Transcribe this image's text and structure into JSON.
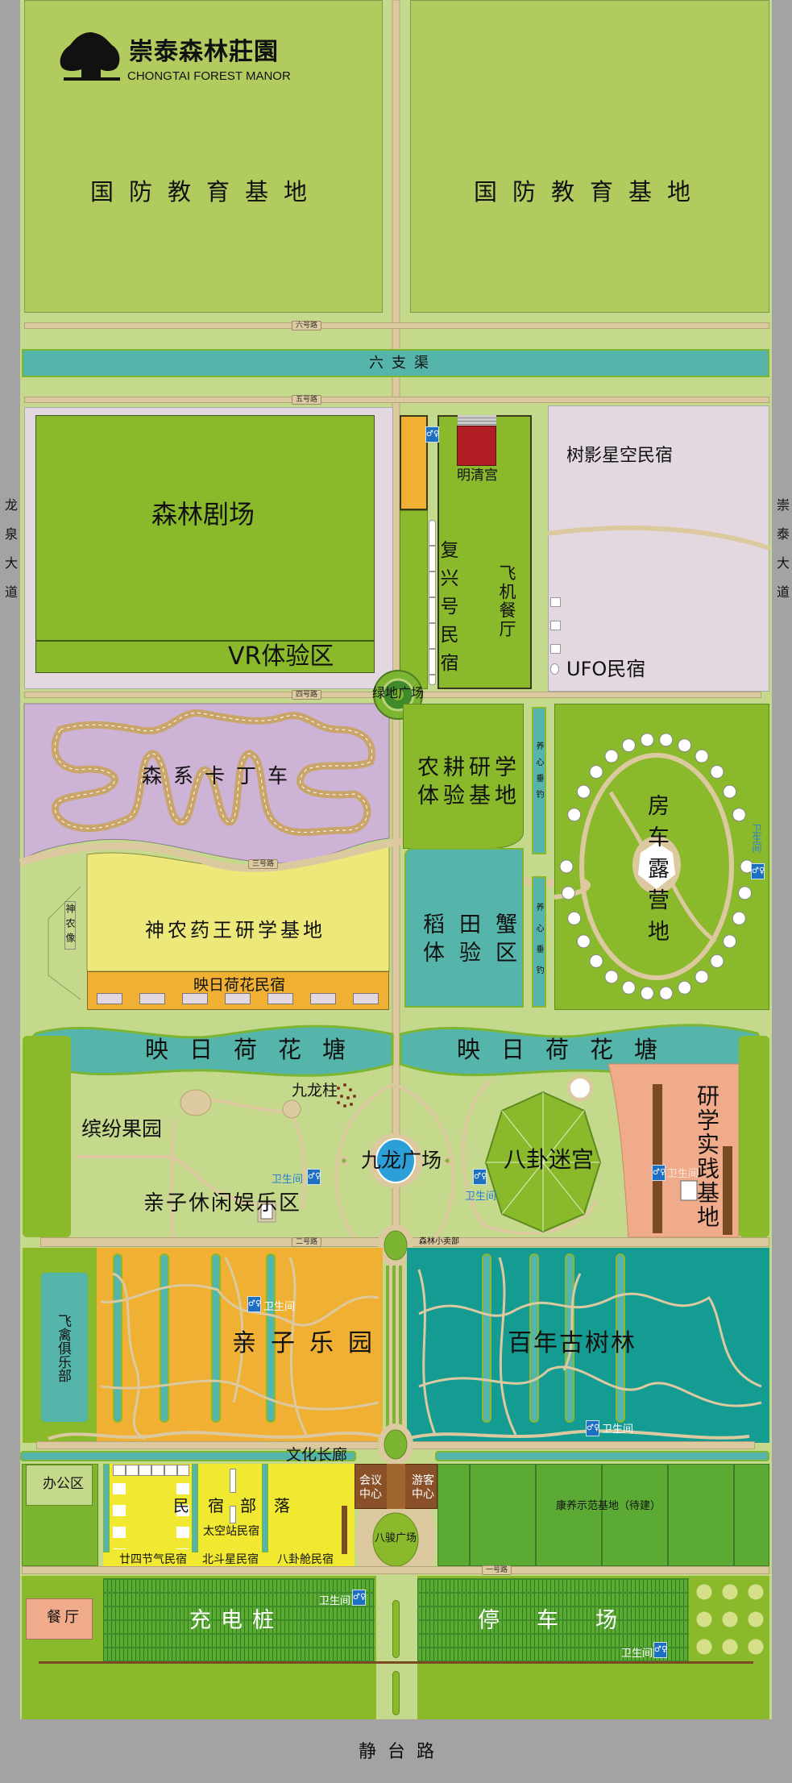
{
  "logo": {
    "name_cn": "崇泰森林莊園",
    "name_en": "CHONGTAI FOREST MANOR"
  },
  "roads": {
    "six": "六号路",
    "five": "五号路",
    "four": "四号路",
    "three": "三号路",
    "two": "二号路",
    "one": "一号路",
    "west": "龙泉大道",
    "east": "崇泰大道",
    "south": "静台路"
  },
  "zones": {
    "defense_left": "国防教育基地",
    "defense_right": "国防教育基地",
    "canal": "六支渠",
    "theater": "森林剧场",
    "vr": "VR体验区",
    "mingqing": "明清宫",
    "fuxing": "复兴号民宿",
    "plane": "飞机餐厅",
    "shuying": "树影星空民宿",
    "ufo": "UFO民宿",
    "green_plaza": "绿地广场",
    "kart": "森系卡丁车",
    "farming": "农耕研学\n体验基地",
    "fishing_1": "养心垂钓",
    "fishing_2": "养心垂钓",
    "crab": "稻田蟹\n体验区",
    "rv": "房车露营地",
    "shennong_statue": "神农像",
    "shennong": "神农药王研学基地",
    "lotus_inn": "映日荷花民宿",
    "pond_left": "映日荷花塘",
    "pond_right": "映日荷花塘",
    "orchard": "缤纷果园",
    "kids_leisure": "亲子休闲娱乐区",
    "nine_pillars": "九龙柱",
    "nine_dragon": "九龙广场",
    "bagua_maze": "八卦迷宫",
    "study_base": "研学实践基地",
    "shop": "森林小卖部",
    "bird_club": "飞禽俱乐部",
    "kids_park": "亲子乐园",
    "old_trees": "百年古树林",
    "culture_corridor": "文化长廊",
    "office": "办公区",
    "village_1": "民",
    "village_2": "宿",
    "village_3": "部",
    "village_4": "落",
    "solar_terms": "廿四节气民宿",
    "space_station": "太空站民宿",
    "beidou": "北斗星民宿",
    "bagua_cabin": "八卦舱民宿",
    "conference": "会议\n中心",
    "visitor": "游客\n中心",
    "eight_horses": "八骏广场",
    "wellness": "康养示范基地（待建）",
    "restaurant": "餐厅",
    "charging": "充电桩",
    "parking": "停车场"
  },
  "toilet_label": "卫生间",
  "icons": [
    "tree-logo-icon",
    "toilet-icon",
    "tent-icon",
    "gazebo-icon",
    "fountain-icon"
  ],
  "colors": {
    "border": "#a3a3a3",
    "ground": "#c5d98c",
    "road": "#dcc9a0",
    "water": "#56b5ab",
    "toilet": "#1d6fc2",
    "accent_red": "#b01e23"
  }
}
